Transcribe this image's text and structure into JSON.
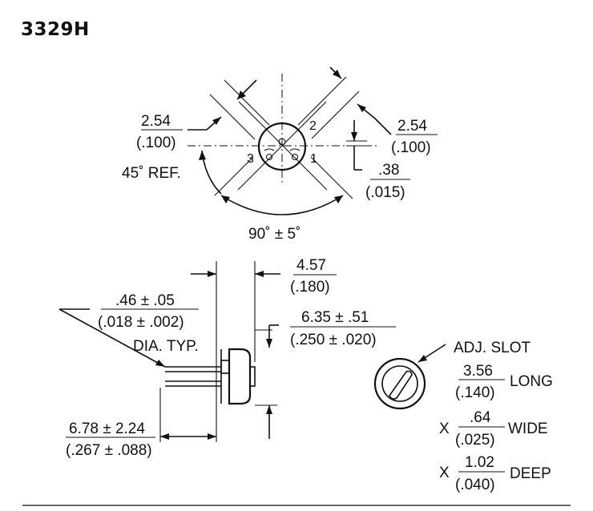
{
  "title": "3329H",
  "top_view": {
    "left_pitch": {
      "mm": "2.54",
      "in": "(.100)"
    },
    "right_pitch": {
      "mm": "2.54",
      "in": "(.100)"
    },
    "offset": {
      "mm": ".38",
      "in": "(.015)"
    },
    "ref_angle": "45˚ REF.",
    "angle": "90˚ ± 5˚",
    "pins": [
      "1",
      "2",
      "3"
    ]
  },
  "side_view": {
    "height": {
      "mm": "4.57",
      "in": "(.180)"
    },
    "pin_dia": {
      "mm": ".46 ± .05",
      "in": "(.018 ± .002)",
      "note": "DIA. TYP."
    },
    "standoff": {
      "mm": "6.35 ± .51",
      "in": "(.250 ± .020)"
    },
    "lead_len": {
      "mm": "6.78 ± 2.24",
      "in": "(.267 ± .088)"
    }
  },
  "slot": {
    "label": "ADJ. SLOT",
    "long": {
      "mm": "3.56",
      "in": "(.140)",
      "word": "LONG"
    },
    "wide": {
      "prefix": "X",
      "mm": ".64",
      "in": "(.025)",
      "word": "WIDE"
    },
    "deep": {
      "prefix": "X",
      "mm": "1.02",
      "in": "(.040)",
      "word": "DEEP"
    }
  }
}
